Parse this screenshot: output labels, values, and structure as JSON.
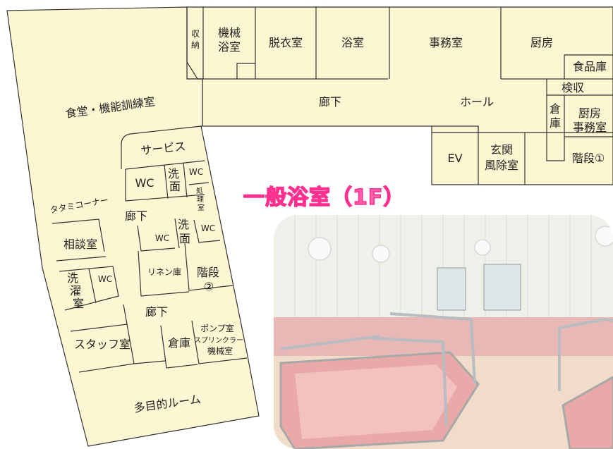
{
  "floorplan": {
    "rooms": {
      "shokudo": "食堂・機能訓練室",
      "shuno_a": "収",
      "shuno_b": "納",
      "kikai_yoku_a": "機械",
      "kikai_yoku_b": "浴室",
      "datsui": "脱衣室",
      "yokushitsu": "浴室",
      "jimu": "事務室",
      "chubo": "厨房",
      "shokuhinko": "食品庫",
      "kenshu": "検収",
      "rouka_top": "廊下",
      "hall": "ホール",
      "souko_a": "倉",
      "souko_b": "庫",
      "chubo_jimu_a": "厨房",
      "chubo_jimu_b": "事務室",
      "ev": "EV",
      "genkan_a": "玄関",
      "genkan_b": "風除室",
      "kaidan1": "階段①",
      "service": "サービス",
      "wc1": "WC",
      "senmen1_a": "洗",
      "senmen1_b": "面",
      "wc2": "WC",
      "shochi_a": "処",
      "shochi_b": "理",
      "shochi_c": "室",
      "tatami": "タタミコーナー",
      "rouka_mid": "廊下",
      "wc3": "WC",
      "senmen2_a": "洗",
      "senmen2_b": "面",
      "wc4": "WC",
      "soudan": "相談室",
      "sentaku_a": "洗",
      "sentaku_b": "濯",
      "sentaku_c": "室",
      "wc5": "WC",
      "linen": "リネン庫",
      "kaidan2_a": "階段",
      "kaidan2_b": "②",
      "rouka_low": "廊下",
      "staff": "スタッフ室",
      "souko_low": "倉庫",
      "pump_a": "ポンプ室",
      "pump_b": "スプリンクラー",
      "pump_c": "機械室",
      "tamokuteki": "多目的ルーム"
    }
  },
  "photo": {
    "title": "一般浴室（1F）"
  },
  "colors": {
    "room_fill": "#fdf6d2",
    "line": "#333333",
    "title_pink": "#ff5fa8"
  }
}
